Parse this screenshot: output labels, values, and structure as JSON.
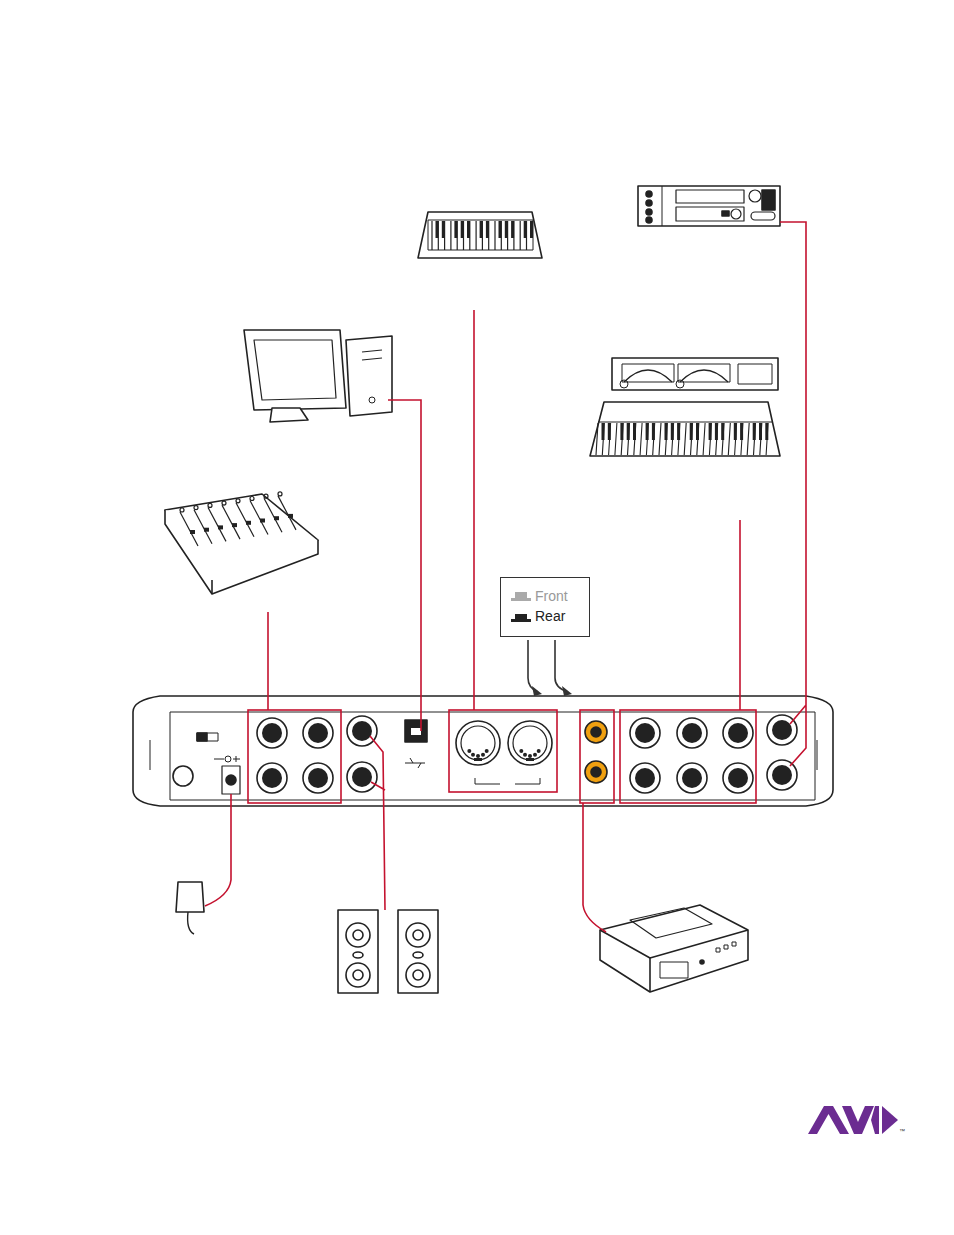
{
  "diagram": {
    "nodes": [
      {
        "text": [
          "Front",
          "Rear"
        ]
      }
    ],
    "labels": [
      "™"
    ]
  }
}
